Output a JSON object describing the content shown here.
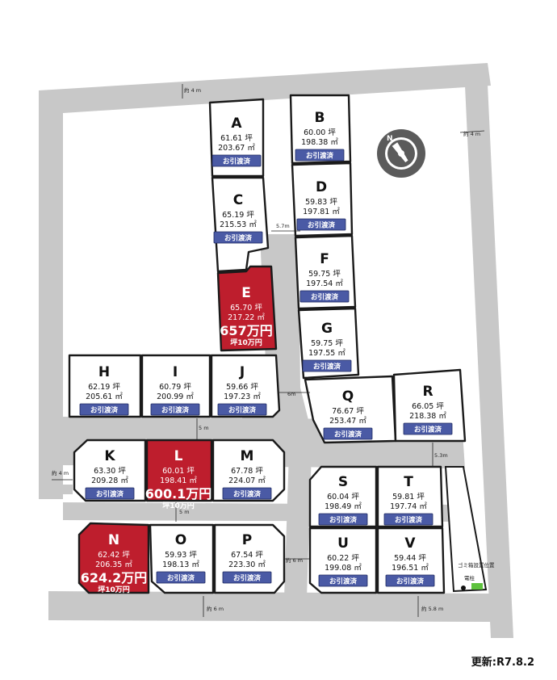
{
  "lots": [
    {
      "id": "A",
      "tsubo": "61.61 坪",
      "sqm": "203.67 ㎡",
      "status": "お引渡済"
    },
    {
      "id": "B",
      "tsubo": "60.00 坪",
      "sqm": "198.38 ㎡",
      "status": "お引渡済"
    },
    {
      "id": "C",
      "tsubo": "65.19 坪",
      "sqm": "215.53 ㎡",
      "status": "お引渡済"
    },
    {
      "id": "D",
      "tsubo": "59.83 坪",
      "sqm": "197.81 ㎡",
      "status": "お引渡済"
    },
    {
      "id": "E",
      "tsubo": "65.70 坪",
      "sqm": "217.22 ㎡",
      "price": "657万円",
      "price_per": "坪10万円"
    },
    {
      "id": "F",
      "tsubo": "59.75 坪",
      "sqm": "197.54 ㎡",
      "status": "お引渡済"
    },
    {
      "id": "G",
      "tsubo": "59.75 坪",
      "sqm": "197.55 ㎡",
      "status": "お引渡済"
    },
    {
      "id": "H",
      "tsubo": "62.19 坪",
      "sqm": "205.61 ㎡",
      "status": "お引渡済"
    },
    {
      "id": "I",
      "tsubo": "60.79 坪",
      "sqm": "200.99 ㎡",
      "status": "お引渡済"
    },
    {
      "id": "J",
      "tsubo": "59.66 坪",
      "sqm": "197.23 ㎡",
      "status": "お引渡済"
    },
    {
      "id": "Q",
      "tsubo": "76.67 坪",
      "sqm": "253.47 ㎡",
      "status": "お引渡済"
    },
    {
      "id": "R",
      "tsubo": "66.05 坪",
      "sqm": "218.38 ㎡",
      "status": "お引渡済"
    },
    {
      "id": "K",
      "tsubo": "63.30 坪",
      "sqm": "209.28 ㎡",
      "status": "お引渡済"
    },
    {
      "id": "L",
      "tsubo": "60.01 坪",
      "sqm": "198.41 ㎡",
      "price": "600.1万円",
      "price_per": "坪10万円"
    },
    {
      "id": "M",
      "tsubo": "67.78 坪",
      "sqm": "224.07 ㎡",
      "status": "お引渡済"
    },
    {
      "id": "S",
      "tsubo": "60.04 坪",
      "sqm": "198.49 ㎡",
      "status": "お引渡済"
    },
    {
      "id": "T",
      "tsubo": "59.81 坪",
      "sqm": "197.74 ㎡",
      "status": "お引渡済"
    },
    {
      "id": "N",
      "tsubo": "62.42 坪",
      "sqm": "206.35 ㎡",
      "price": "624.2万円",
      "price_per": "坪10万円"
    },
    {
      "id": "O",
      "tsubo": "59.93 坪",
      "sqm": "198.13 ㎡",
      "status": "お引渡済"
    },
    {
      "id": "P",
      "tsubo": "67.54 坪",
      "sqm": "223.30 ㎡",
      "status": "お引渡済"
    },
    {
      "id": "U",
      "tsubo": "60.22 坪",
      "sqm": "199.08 ㎡",
      "status": "お引渡済"
    },
    {
      "id": "V",
      "tsubo": "59.44 坪",
      "sqm": "196.51 ㎡",
      "status": "お引渡済"
    }
  ],
  "road_labels": {
    "top": "約 4 m",
    "right": "約 4 m",
    "center": "5.7m",
    "jq": "6m",
    "hk": "5 m",
    "lo": "5 m",
    "left": "約 4 m",
    "rs": "5.3m",
    "pu": "約 6 m",
    "bottom_left": "約 6 m",
    "bottom_right": "約 5.8 m"
  },
  "garbage_label": "ゴミ箱設置位置",
  "pole_label": "電柱",
  "compass_label": "N",
  "updated": "更新:R7.8.2"
}
